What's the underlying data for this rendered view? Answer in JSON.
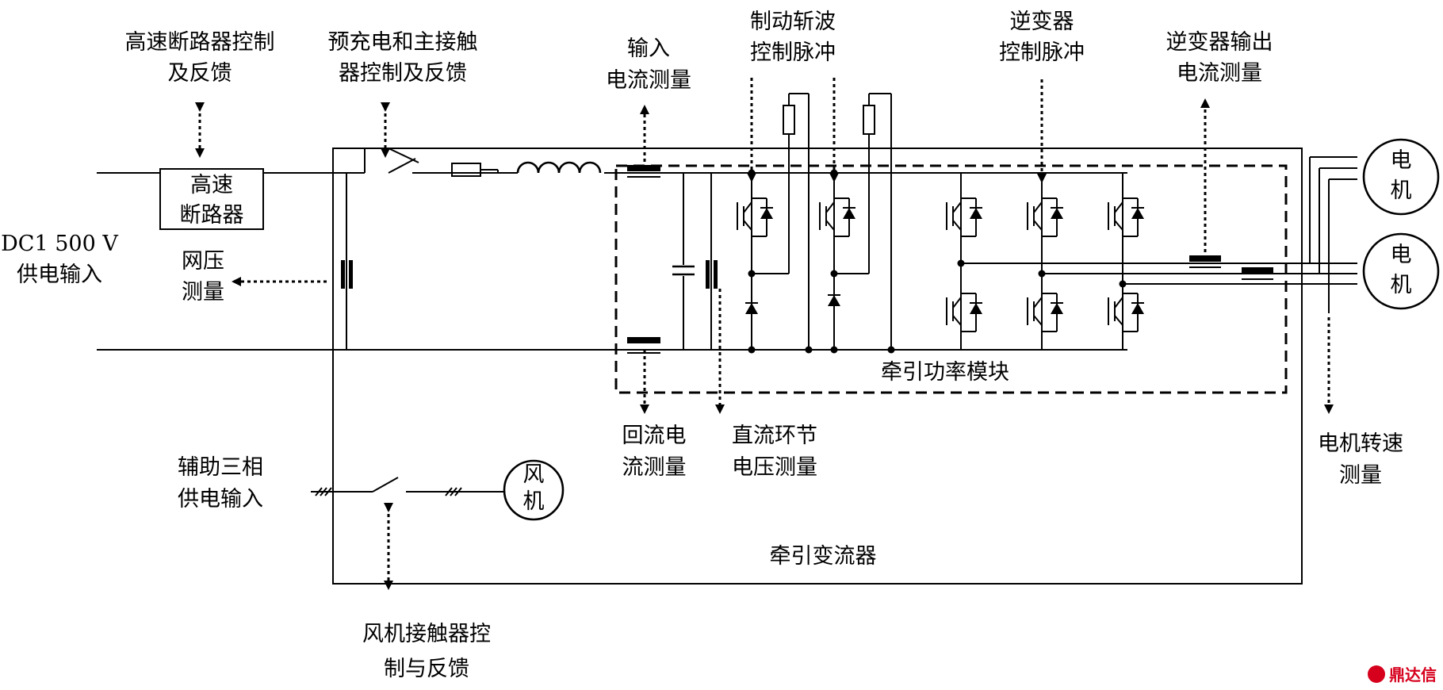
{
  "labels": {
    "hs_breaker_ctrl": [
      "高速断路器控制",
      "及反馈"
    ],
    "precharge_ctrl": [
      "预充电和主接触",
      "器控制及反馈"
    ],
    "input_current": [
      "输入",
      "电流测量"
    ],
    "brake_pulse": [
      "制动斩波",
      "控制脉冲"
    ],
    "inverter_pulse": [
      "逆变器",
      "控制脉冲"
    ],
    "inverter_out_current": [
      "逆变器输出",
      "电流测量"
    ],
    "hs_breaker_box": [
      "高速",
      "断路器"
    ],
    "dc_input": [
      "DC1 500 V",
      "供电输入"
    ],
    "net_voltage": [
      "网压",
      "测量"
    ],
    "motor1": [
      "电",
      "机"
    ],
    "motor2": [
      "电",
      "机"
    ],
    "power_module": "牵引功率模块",
    "return_current": [
      "回流电",
      "流测量"
    ],
    "dc_link_voltage": [
      "直流环节",
      "电压测量"
    ],
    "motor_speed": [
      "电机转速",
      "测量"
    ],
    "aux_supply": [
      "辅助三相",
      "供电输入"
    ],
    "fan": [
      "风",
      "机"
    ],
    "converter": "牵引变流器",
    "fan_contactor": [
      "风机接触器控",
      "制与反馈"
    ]
  },
  "watermark": "鼎达信"
}
